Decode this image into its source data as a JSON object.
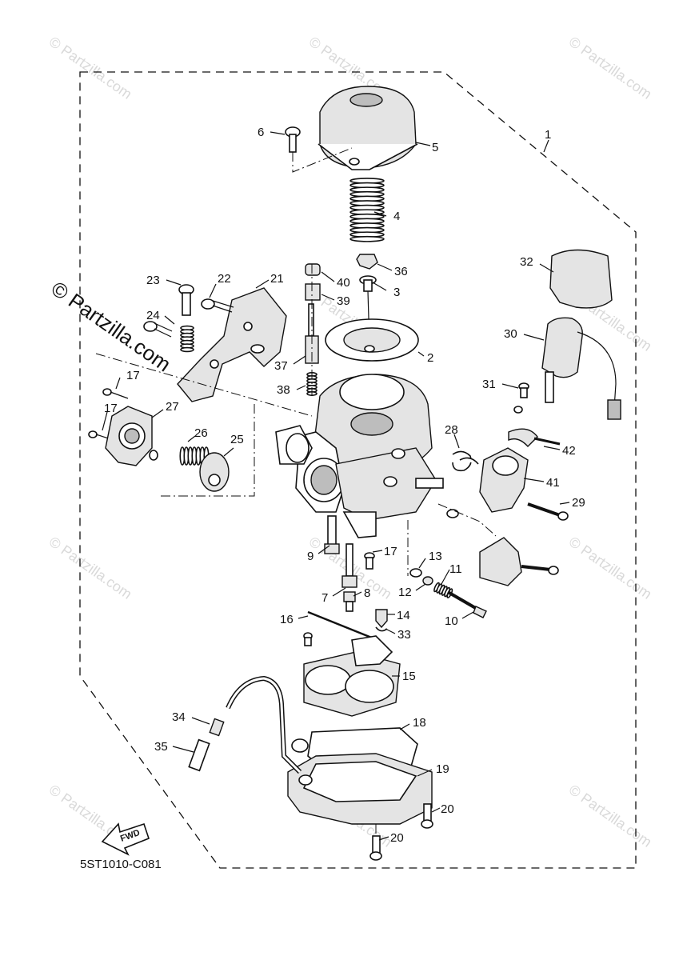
{
  "watermark": {
    "text": "© Partzilla.com"
  },
  "callouts": [
    {
      "n": "1"
    },
    {
      "n": "2"
    },
    {
      "n": "3"
    },
    {
      "n": "4"
    },
    {
      "n": "5"
    },
    {
      "n": "6"
    },
    {
      "n": "7"
    },
    {
      "n": "8"
    },
    {
      "n": "9"
    },
    {
      "n": "10"
    },
    {
      "n": "11"
    },
    {
      "n": "12"
    },
    {
      "n": "13"
    },
    {
      "n": "14"
    },
    {
      "n": "15"
    },
    {
      "n": "16"
    },
    {
      "n": "17"
    },
    {
      "n": "17"
    },
    {
      "n": "17"
    },
    {
      "n": "18"
    },
    {
      "n": "19"
    },
    {
      "n": "20"
    },
    {
      "n": "20"
    },
    {
      "n": "21"
    },
    {
      "n": "22"
    },
    {
      "n": "23"
    },
    {
      "n": "24"
    },
    {
      "n": "25"
    },
    {
      "n": "26"
    },
    {
      "n": "27"
    },
    {
      "n": "28"
    },
    {
      "n": "29"
    },
    {
      "n": "30"
    },
    {
      "n": "31"
    },
    {
      "n": "32"
    },
    {
      "n": "33"
    },
    {
      "n": "34"
    },
    {
      "n": "35"
    },
    {
      "n": "36"
    },
    {
      "n": "37"
    },
    {
      "n": "38"
    },
    {
      "n": "39"
    },
    {
      "n": "40"
    },
    {
      "n": "41"
    },
    {
      "n": "42"
    }
  ],
  "fwd_label": "FWD",
  "diagram_code": "5ST1010-C081",
  "colors": {
    "ink": "#111111",
    "watermark": "#d9d9d9",
    "background": "#ffffff"
  }
}
